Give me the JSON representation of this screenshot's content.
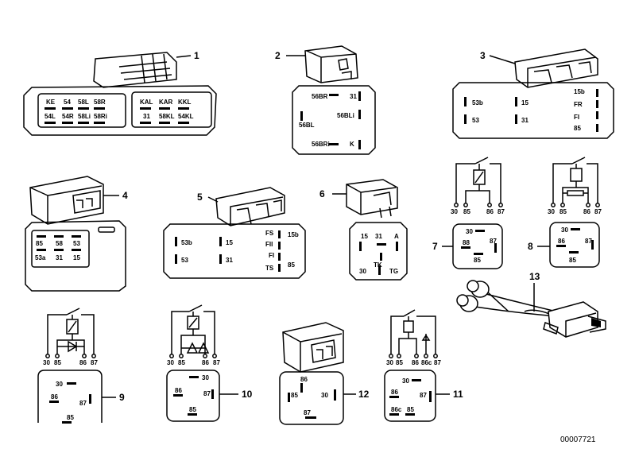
{
  "diagram_ref": "00007721",
  "callouts": [
    "1",
    "2",
    "3",
    "4",
    "5",
    "6",
    "7",
    "8",
    "9",
    "10",
    "11",
    "12",
    "13"
  ],
  "relay1": {
    "left": [
      "KE",
      "54",
      "58L",
      "58R",
      "54L",
      "54R",
      "58Li",
      "58Ri"
    ],
    "right": [
      "KAL",
      "KAR",
      "KKL",
      "31",
      "58KL",
      "54KL"
    ]
  },
  "relay2": [
    "56BR",
    "31",
    "56BLi",
    "56BL",
    "56BRi",
    "K"
  ],
  "relay3": [
    "53b",
    "15",
    "15b",
    "FR",
    "FI",
    "53",
    "31",
    "85"
  ],
  "relay4": [
    "85",
    "58",
    "53",
    "53a",
    "31",
    "15"
  ],
  "relay5": [
    "53b",
    "15",
    "FS",
    "15b",
    "FII",
    "FI",
    "53",
    "31",
    "TS",
    "85"
  ],
  "relay6": [
    "15",
    "31",
    "A",
    "TK",
    "30",
    "TG"
  ],
  "relay7": {
    "schem": [
      "30",
      "85",
      "86",
      "87"
    ],
    "face": [
      "30",
      "88",
      "87",
      "85"
    ]
  },
  "relay8": {
    "schem": [
      "30",
      "85",
      "86",
      "87"
    ],
    "face": [
      "30",
      "86",
      "87",
      "85"
    ]
  },
  "relay9": {
    "schem": [
      "30",
      "85",
      "86",
      "87"
    ],
    "face": [
      "30",
      "86",
      "87",
      "85"
    ]
  },
  "relay10": {
    "schem": [
      "30",
      "85",
      "86",
      "87"
    ],
    "face": [
      "30",
      "86",
      "87",
      "85"
    ]
  },
  "relay11": {
    "schem": [
      "30",
      "85",
      "86",
      "86c",
      "87"
    ],
    "face": [
      "30",
      "86",
      "87",
      "86c",
      "85"
    ]
  },
  "relay12": {
    "face": [
      "86",
      "85",
      "30",
      "87"
    ]
  }
}
